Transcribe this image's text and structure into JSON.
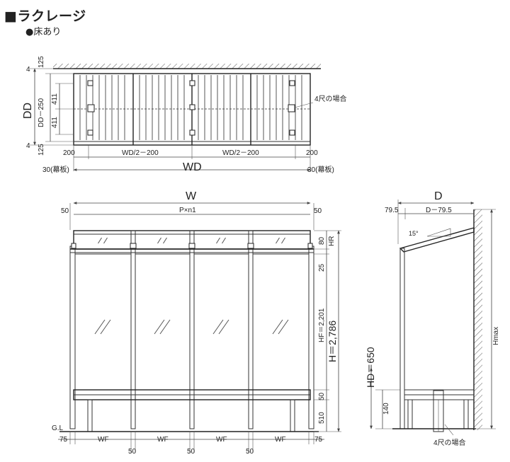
{
  "header": {
    "title": "■ラクレージ",
    "subtitle": "●床あり"
  },
  "plan": {
    "dim_4_top": "4",
    "dim_125_top": "125",
    "dim_411_a": "411",
    "dim_411_b": "411",
    "dim_4_bottom": "4",
    "dim_125_bottom": "125",
    "dd_label": "DD",
    "dd_minus": "DD－250",
    "dim_200_left": "200",
    "wd_half_left": "WD/2－200",
    "wd_half_right": "WD/2－200",
    "dim_200_right": "200",
    "fascia_left": "30(幕板)",
    "wd_label": "WD",
    "fascia_right": "30(幕板)",
    "note_4shaku": "4尺の場合"
  },
  "front": {
    "w_label": "W",
    "dim_50_left": "50",
    "pxn1": "P×n1",
    "dim_50_right": "50",
    "dim_80": "80",
    "hr": "HR",
    "dim_25": "25",
    "hf": "HF＝2,201",
    "h": "H＝2,786",
    "dim_50_mid": "50",
    "dim_510": "510",
    "gl": "G.L",
    "dim_75_left": "75",
    "wf1": "WF",
    "wf2": "WF",
    "wf3": "WF",
    "wf4": "WF",
    "dim_75_right": "75",
    "b50_1": "50",
    "b50_2": "50",
    "b50_3": "50"
  },
  "side": {
    "d_label": "D",
    "dim_795": "79.5",
    "d_minus": "D－79.5",
    "angle": "15°",
    "hmax": "Hmax",
    "hd": "HD＝650",
    "dim_140": "140",
    "note_4shaku": "4尺の場合"
  }
}
